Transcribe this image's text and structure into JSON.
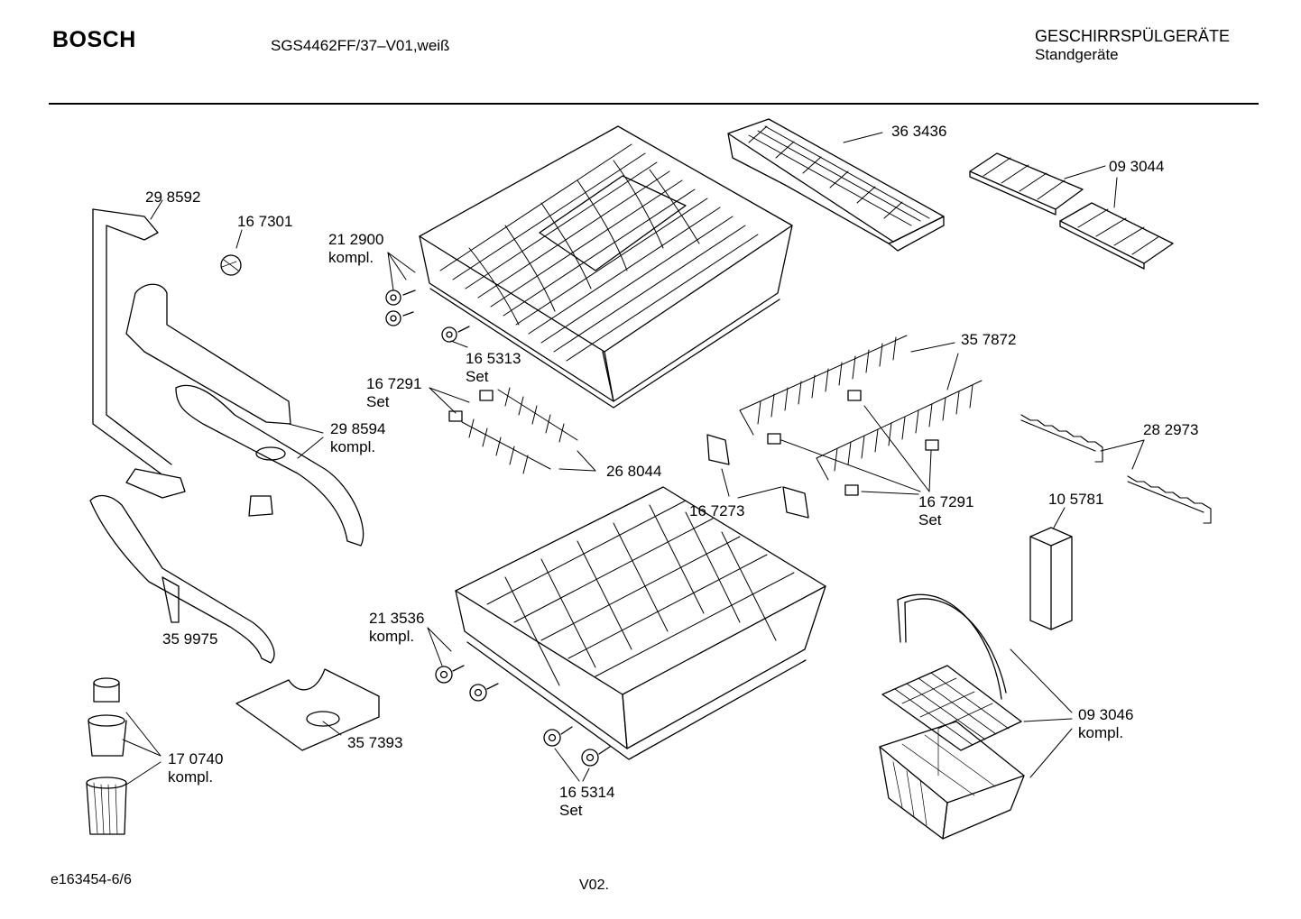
{
  "header": {
    "brand": "BOSCH",
    "model": "SGS4462FF/37–V01,weiß",
    "category_line1": "GESCHIRRSPÜLGERÄTE",
    "category_line2": "Standgeräte"
  },
  "parts": {
    "p363436": "36 3436",
    "p093044": "09 3044",
    "p298592": "29 8592",
    "p167301": "16 7301",
    "p212900": [
      "21 2900",
      "kompl."
    ],
    "p165313": [
      "16 5313",
      "Set"
    ],
    "p357872": "35 7872",
    "p167291a": [
      "16 7291",
      "Set"
    ],
    "p298594": [
      "29 8594",
      "kompl."
    ],
    "p268044": "26 8044",
    "p282973": "28 2973",
    "p167273": "16 7273",
    "p167291b": [
      "16 7291",
      "Set"
    ],
    "p105781": "10 5781",
    "p213536": [
      "21 3536",
      "kompl."
    ],
    "p359975": "35 9975",
    "p093046": [
      "09 3046",
      "kompl."
    ],
    "p357393": "35 7393",
    "p170740": [
      "17 0740",
      "kompl."
    ],
    "p165314": [
      "16 5314",
      "Set"
    ]
  },
  "footer": {
    "doc_id": "e163454-6/6",
    "version": "V02."
  }
}
